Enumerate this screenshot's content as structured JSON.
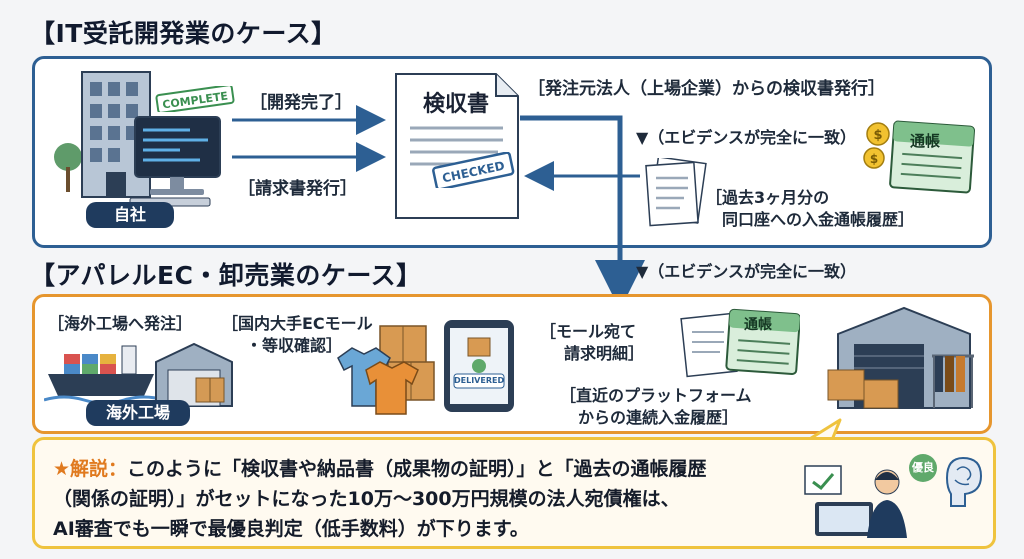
{
  "it_case": {
    "title": "【IT受託開発業のケース】",
    "company_label": "自社",
    "complete_stamp": "COMPLETE",
    "step_development": "［開発完了］",
    "step_invoice": "［請求書発行］",
    "document_title": "検収書",
    "checked_stamp": "CHECKED",
    "issuer_caption": "［発注元法人（上場企業）からの検収書発行］",
    "evidence_match": "▼（エビデンスが完全に一致）",
    "passbook_label": "通帳",
    "history_line1": "［過去3ヶ月分の",
    "history_line2": "同口座への入金通帳履歴］"
  },
  "connector_caption": "▼（エビデンスが完全に一致）",
  "apparel_case": {
    "title": "【アパレルEC・卸売業のケース】",
    "order_step": "［海外工場へ発注］",
    "mall_line1": "［国内大手ECモール",
    "mall_line2": "・等収確認］",
    "factory_label": "海外工場",
    "delivered_stamp": "DELIVERED",
    "mall_invoice_line1": "［モール宛て",
    "mall_invoice_line2": "請求明細］",
    "passbook_label": "通帳",
    "platform_line1": "［直近のプラットフォーム",
    "platform_line2": "からの連続入金履歴］"
  },
  "explanation": {
    "lead": "★解説：",
    "line1": "このように「検収書や納品書（成果物の証明）」と「過去の通帳履歴",
    "line2": "（関係の証明）」がセットになった10万〜300万円規模の法人宛債権は、",
    "line3": "AI審査でも一瞬で最優良判定（低手数料）が下ります。",
    "badge": "優良"
  },
  "colors": {
    "blue_border": "#2d5f93",
    "orange_border": "#e6962e",
    "yellow_border": "#efc33e",
    "accent_orange": "#e07a1f"
  }
}
